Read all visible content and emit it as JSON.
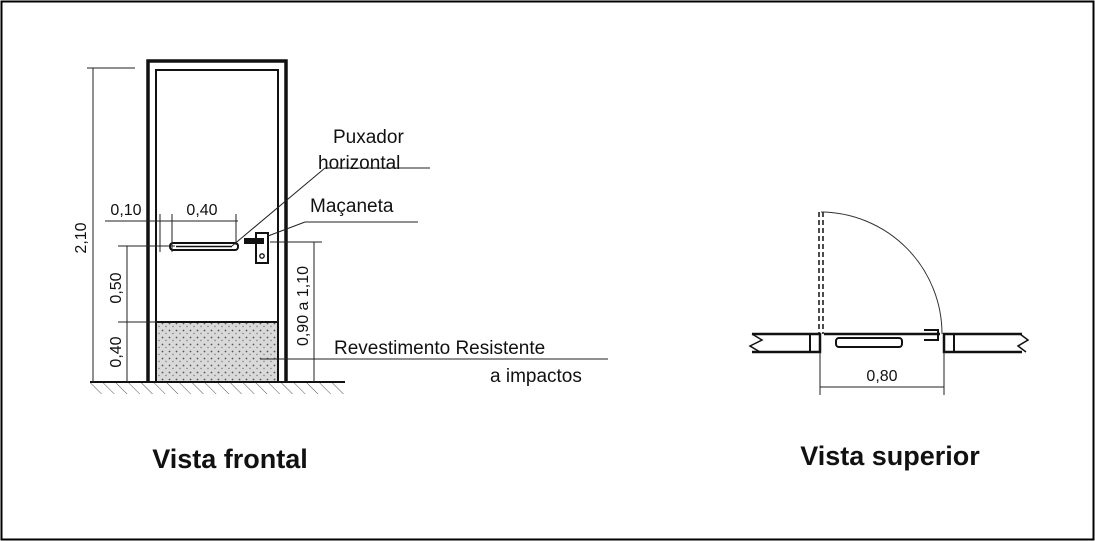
{
  "front_view": {
    "caption": "Vista frontal",
    "labels": {
      "pull_handle": [
        "Puxador",
        "horizontal"
      ],
      "lever_handle": "Maçaneta",
      "coating": [
        "Revestimento Resistente",
        "a impactos"
      ]
    },
    "dimensions": {
      "height": "2,10",
      "offset": "0,10",
      "handle_length": "0,40",
      "handle_from_plate": "0,50",
      "plate_height": "0,40",
      "lever_height": "0,90 a 1,10"
    }
  },
  "top_view": {
    "caption": "Vista superior",
    "dimensions": {
      "clear_width": "0,80"
    }
  },
  "colors": {
    "line": "#111111",
    "hatch_fill": "#cfcfcf",
    "border": "#000000"
  }
}
